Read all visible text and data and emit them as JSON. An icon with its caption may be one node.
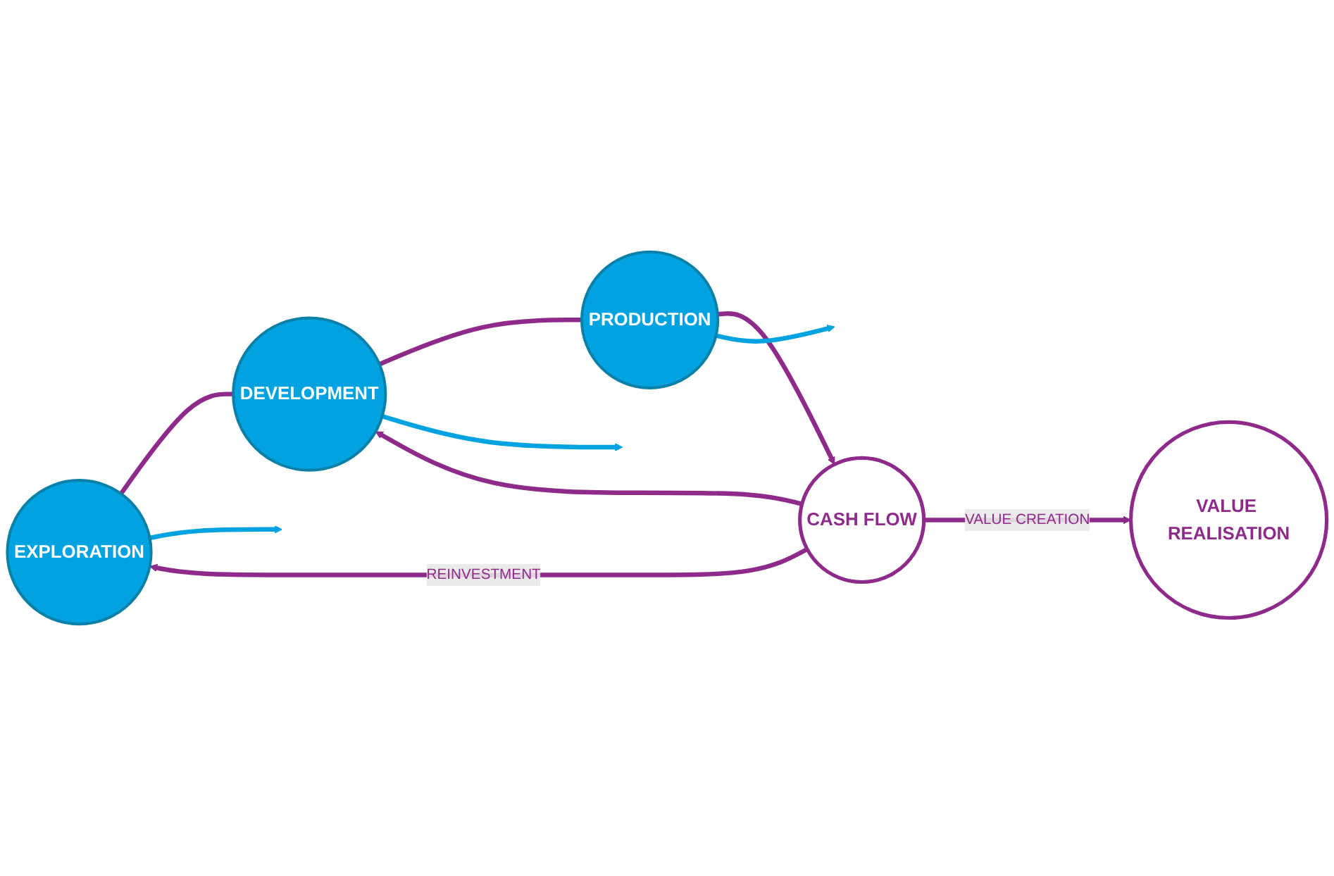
{
  "diagram": {
    "nodes": [
      {
        "text": [
          "EXPLORATION"
        ]
      },
      {
        "text": [
          "DEVELOPMENT"
        ]
      },
      {
        "text": [
          "PRODUCTION"
        ]
      },
      {
        "text": [
          "CASH FLOW"
        ]
      },
      {
        "text": [
          "VALUE REALISATION"
        ]
      }
    ],
    "edges": [
      {
        "from": 0,
        "to": 1,
        "arrow": "none"
      },
      {
        "from": 1,
        "to": 2,
        "arrow": "none"
      },
      {
        "from": 2,
        "to": 3,
        "arrow": "to"
      },
      {
        "from": 0,
        "to": null,
        "arrow": "to",
        "color": "#00a3e0"
      },
      {
        "from": 1,
        "to": null,
        "arrow": "to",
        "color": "#00a3e0"
      },
      {
        "from": 2,
        "to": null,
        "arrow": "to",
        "color": "#00a3e0"
      },
      {
        "from": 3,
        "to": 4,
        "label": "VALUE CREATION",
        "arrow": "to"
      },
      {
        "from": 3,
        "to": 0,
        "label": "REINVESTMENT",
        "arrow": "to"
      },
      {
        "from": 3,
        "to": 1,
        "arrow": "to"
      }
    ]
  }
}
